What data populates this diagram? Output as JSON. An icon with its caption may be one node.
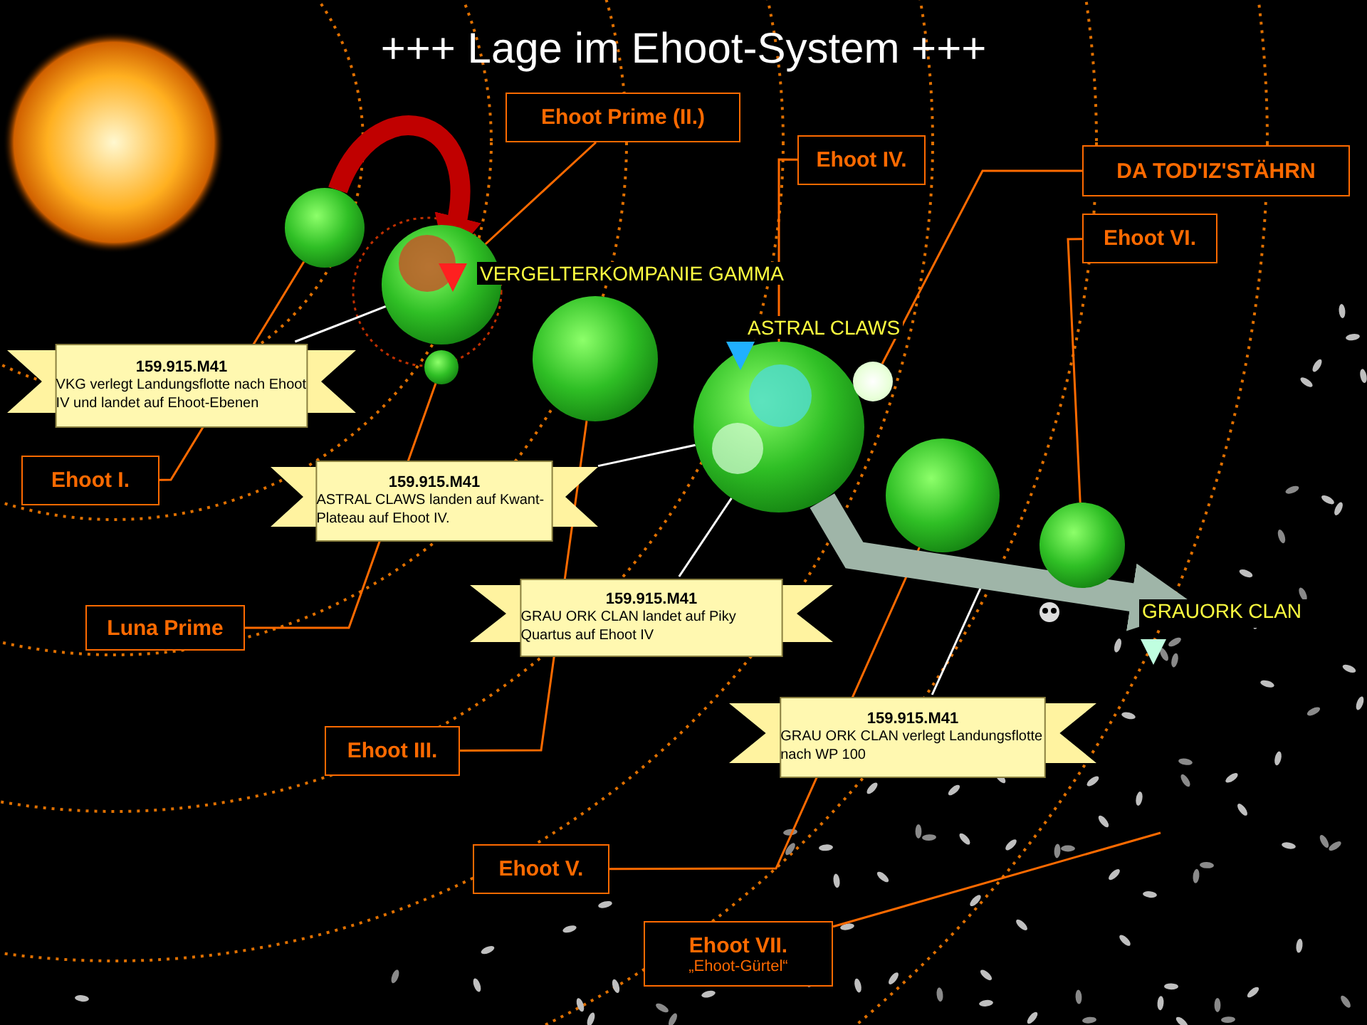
{
  "diagram": {
    "title": "+++ Lage im Ehoot-System +++",
    "nodes": [
      {
        "text": [
          "Ehoot Prime (II.)"
        ]
      },
      {
        "text": [
          "Ehoot IV."
        ]
      },
      {
        "text": [
          "DA TOD'IZ'STÄHRN"
        ]
      },
      {
        "text": [
          "Ehoot VI."
        ]
      },
      {
        "text": [
          "159.915.M41",
          "VKG verlegt Landungsflotte nach Ehoot IV und landet auf Ehoot-Ebenen"
        ]
      },
      {
        "text": [
          "159.915.M41",
          "ASTRAL CLAWS landen auf Kwant-Plateau auf Ehoot IV."
        ]
      },
      {
        "text": [
          "Ehoot I."
        ]
      },
      {
        "text": [
          "Luna Prime"
        ]
      },
      {
        "text": [
          "159.915.M41",
          "GRAU ORK CLAN landet auf Piky Quartus auf Ehoot IV"
        ]
      },
      {
        "text": [
          "GRAUORK CLAN"
        ]
      },
      {
        "text": [
          "159.915.M41",
          "GRAU ORK CLAN verlegt Landungsflotte nach WP 100"
        ]
      },
      {
        "text": [
          "Ehoot III."
        ]
      },
      {
        "text": [
          "Ehoot V."
        ]
      },
      {
        "text": [
          "Ehoot VII.",
          "„Ehoot-Gürtel“"
        ]
      },
      {
        "text": [],
        "shape": "circle"
      },
      {
        "text": [],
        "shape": "circle"
      },
      {
        "text": [],
        "shape": "circle"
      },
      {
        "text": [],
        "shape": "circle"
      },
      {
        "text": [],
        "shape": "circle"
      },
      {
        "text": [],
        "shape": "circle"
      },
      {
        "text": [],
        "shape": "circle"
      },
      {
        "text": [],
        "shape": "circle"
      }
    ],
    "edges": [
      {
        "from": 0,
        "to": 15,
        "arrow": "none"
      },
      {
        "from": 1,
        "to": 18,
        "arrow": "none"
      },
      {
        "from": 2,
        "to": 19,
        "arrow": "none"
      },
      {
        "from": 3,
        "to": 21,
        "arrow": "none"
      },
      {
        "from": 6,
        "to": 14,
        "arrow": "none"
      },
      {
        "from": 7,
        "to": 16,
        "arrow": "none"
      },
      {
        "from": 11,
        "to": 17,
        "arrow": "none"
      },
      {
        "from": 12,
        "to": 20,
        "arrow": "none"
      },
      {
        "from": 13,
        "to": null,
        "arrow": "none"
      },
      {
        "from": 4,
        "to": 15,
        "arrow": "none",
        "color": "#ffffff"
      },
      {
        "from": 5,
        "to": 18,
        "arrow": "none",
        "color": "#ffffff"
      },
      {
        "from": 8,
        "to": 18,
        "arrow": "none",
        "color": "#ffffff"
      },
      {
        "from": 10,
        "to": null,
        "arrow": "none",
        "color": "#ffffff"
      },
      {
        "from": 14,
        "to": 15,
        "arrow": "to",
        "style": "thick",
        "color": "#c00000"
      },
      {
        "from": 18,
        "to": 9,
        "arrow": "to",
        "style": "thick",
        "color": "#9fb5a8"
      }
    ],
    "labels": [
      "VERGELTERKOMPANIE GAMMA",
      "ASTRAL CLAWS"
    ]
  }
}
